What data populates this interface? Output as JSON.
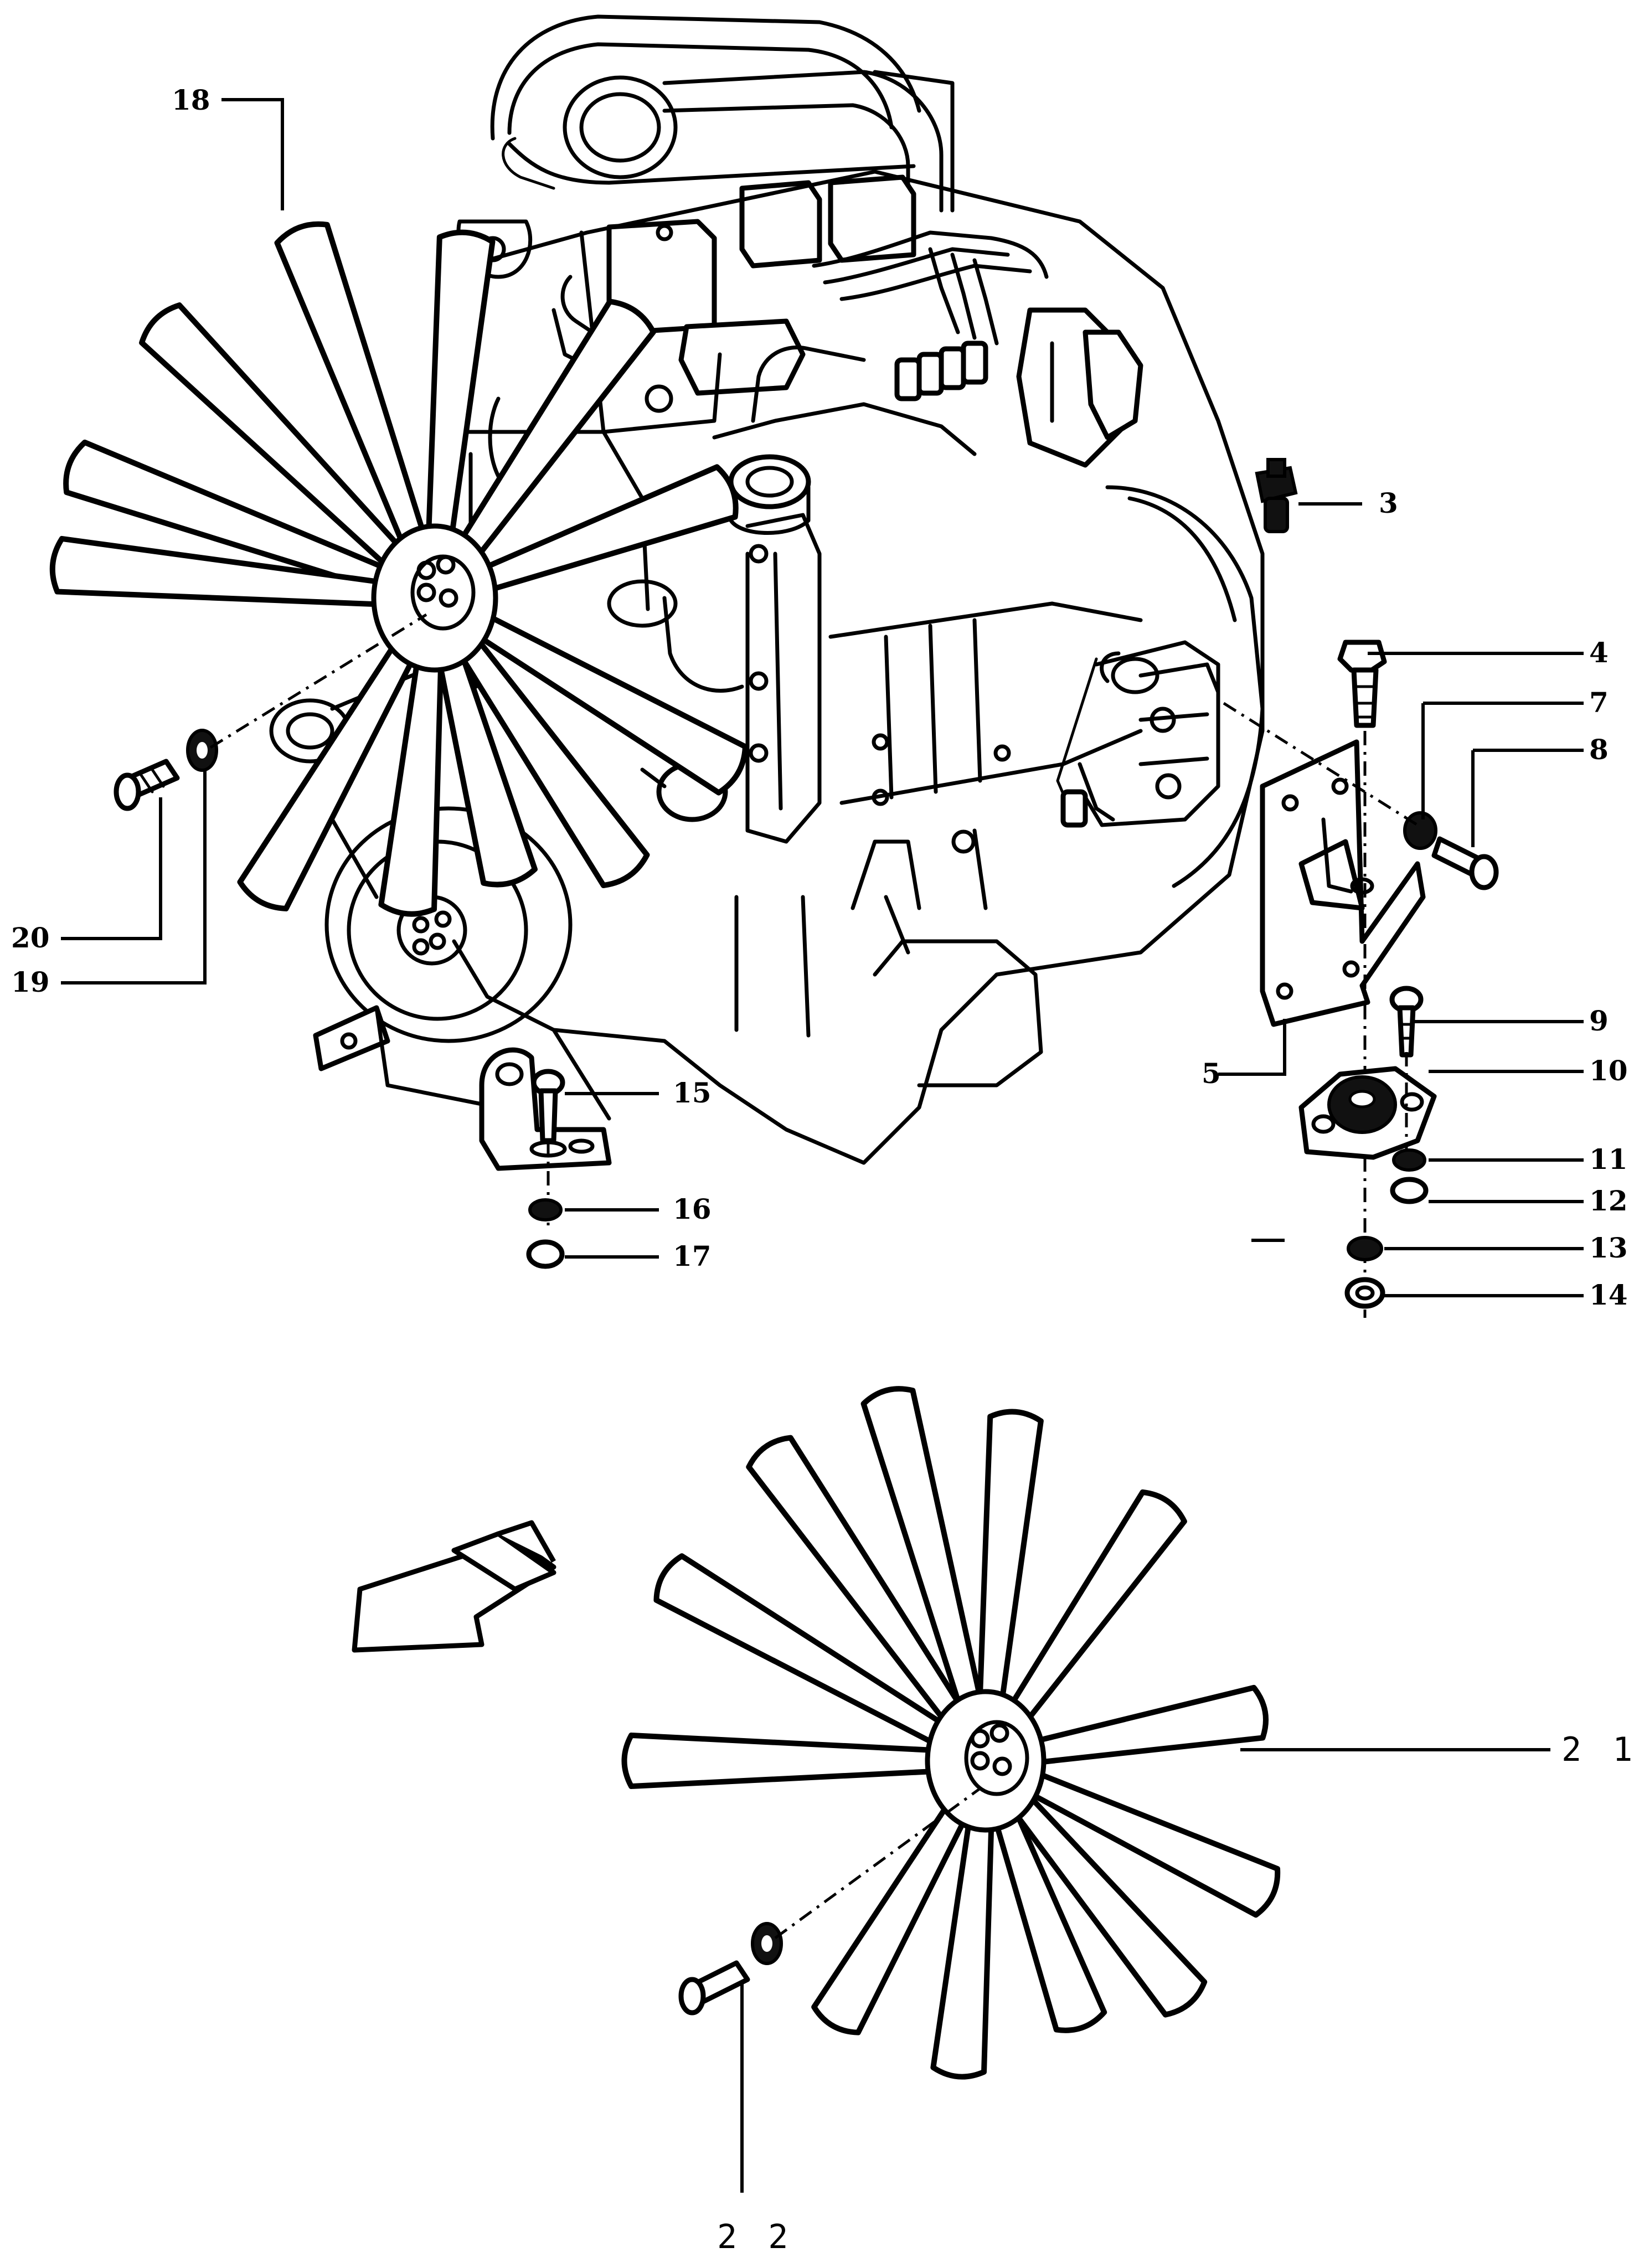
{
  "diagram": {
    "callouts": {
      "c3": "3",
      "c4": "4",
      "c5": "5",
      "c7": "7",
      "c8": "8",
      "c9": "9",
      "c10": "10",
      "c11": "11",
      "c12": "12",
      "c13": "13",
      "c14": "14",
      "c15": "15",
      "c16": "16",
      "c17": "17",
      "c18": "18",
      "c19": "19",
      "c20": "20",
      "c21": "2 1",
      "c22": "2 2"
    },
    "icons": [
      "engine-assembly",
      "cooling-fan",
      "alternate-fan",
      "direction-arrow-icon",
      "engine-mount",
      "mount-bracket"
    ],
    "colors": {
      "ink": "#000000",
      "paper": "#ffffff"
    }
  }
}
